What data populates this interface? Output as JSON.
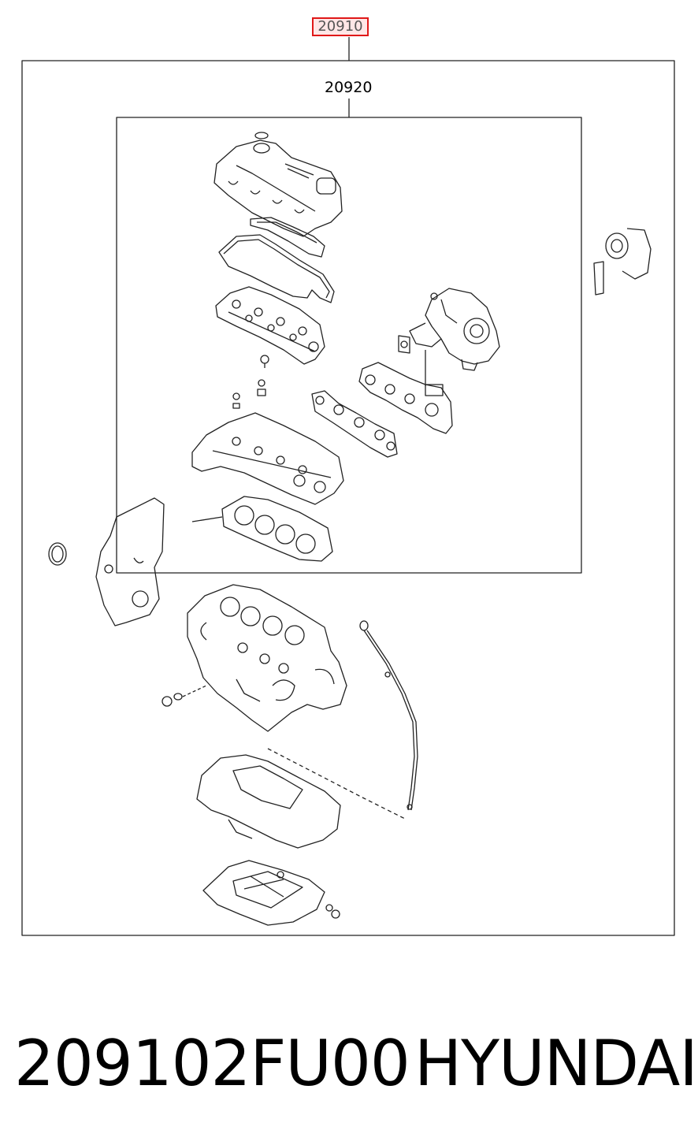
{
  "diagram": {
    "callouts": {
      "assembly_ref": "20910",
      "inner_set_ref": "20920"
    },
    "highlight_color": "#e01818"
  },
  "footer": {
    "part_number": "209102FU00",
    "brand": "HYUNDAI"
  }
}
